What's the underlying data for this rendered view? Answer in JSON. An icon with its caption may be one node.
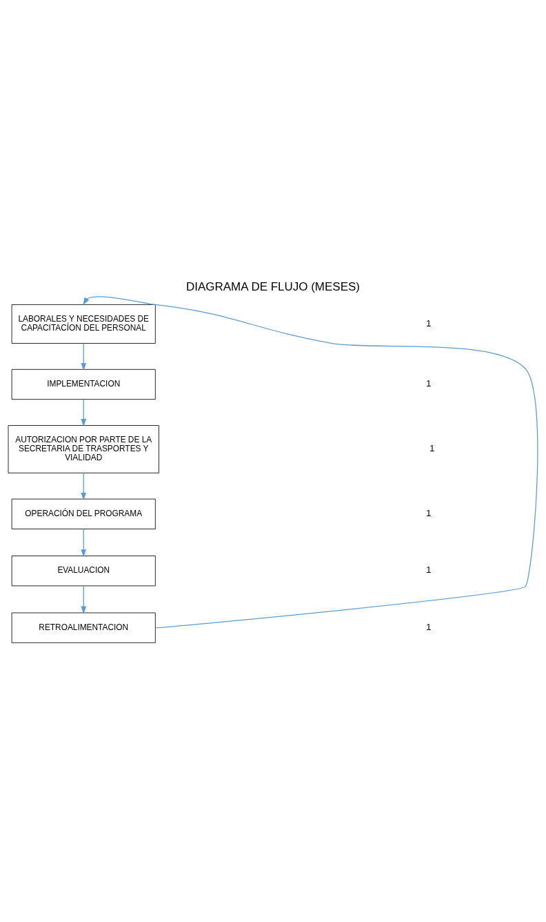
{
  "diagram": {
    "title": "DIAGRAMA DE FLUJO (MESES)",
    "nodes": [
      {
        "text": [
          "LABORALES Y NECESIDADES DE CAPACITACÍON DEL PERSONAL"
        ]
      },
      {
        "text": [
          "IMPLEMENTACION"
        ]
      },
      {
        "text": [
          "AUTORIZACION POR PARTE DE LA SECRETARIA DE TRASPORTES Y VIALIDAD"
        ]
      },
      {
        "text": [
          "OPERACIÓN DEL PROGRAMA"
        ]
      },
      {
        "text": [
          "EVALUACION"
        ]
      },
      {
        "text": [
          "RETROALIMENTACION"
        ]
      }
    ],
    "edges": [
      {
        "from": 0,
        "to": 1,
        "arrow": "to"
      },
      {
        "from": 1,
        "to": 2,
        "arrow": "to"
      },
      {
        "from": 2,
        "to": 3,
        "arrow": "to"
      },
      {
        "from": 3,
        "to": 4,
        "arrow": "to"
      },
      {
        "from": 4,
        "to": 5,
        "arrow": "to"
      },
      {
        "from": 5,
        "to": 0,
        "arrow": "to"
      }
    ],
    "labels": [
      "1",
      "1",
      "1",
      "1",
      "1",
      "1"
    ]
  }
}
